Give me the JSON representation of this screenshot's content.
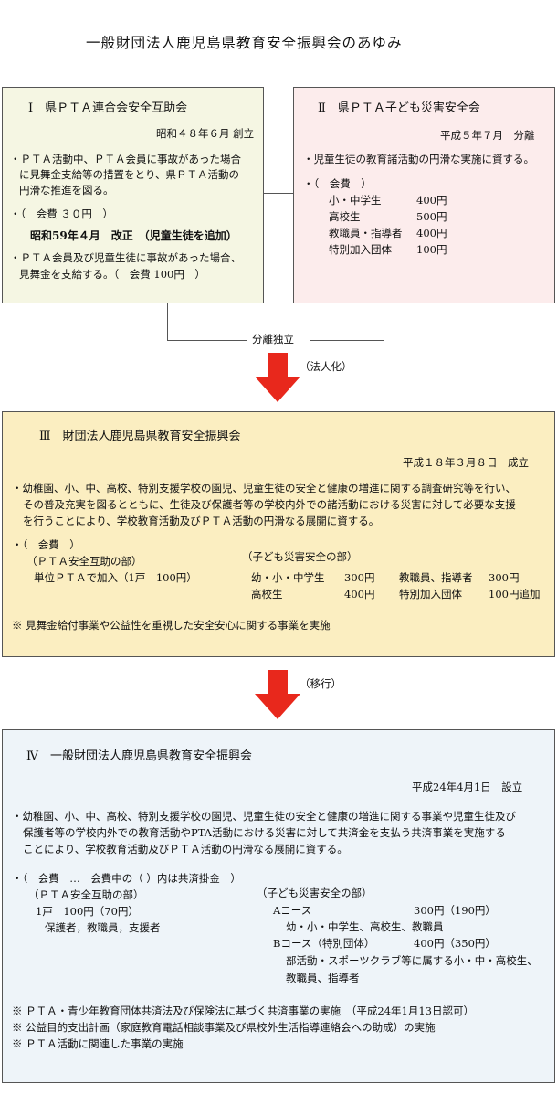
{
  "title": "一般財団法人鹿児島県教育安全振興会のあゆみ",
  "box1": {
    "heading": "Ⅰ　県ＰＴＡ連合会安全互助会",
    "date": "昭和４８年６月 創立",
    "line1": "・ＰＴＡ活動中、ＰＴＡ会員に事故があった場合",
    "line2": "に見舞金支給等の措置をとり、県ＰＴＡ活動の",
    "line3": "円滑な推進を図る。",
    "fee": "・（　会費 ３０円　）",
    "revision": "昭和59年４月　改正　（児童生徒を追加）",
    "line4": "・ＰＴＡ会員及び児童生徒に事故があった場合、",
    "line5": "見舞金を支給する。（　会費 100円　）"
  },
  "box2": {
    "heading": "Ⅱ　県ＰＴＡ子ども災害安全会",
    "date": "平成５年７月　分離",
    "line1": "・児童生徒の教育諸活動の円滑な実施に資する。",
    "fee": "・（　会費　）",
    "fees": [
      {
        "label": "小・中学生",
        "value": "400円"
      },
      {
        "label": "高校生",
        "value": "500円"
      },
      {
        "label": "教職員・指導者",
        "value": "400円"
      },
      {
        "label": "特別加入団体",
        "value": "100円"
      }
    ]
  },
  "connector_label": "分離独立",
  "arrow1_label": "（法人化）",
  "box3": {
    "heading": "Ⅲ　財団法人鹿児島県教育安全振興会",
    "date": "平成１８年３月８日　成立",
    "line1": "・幼稚園、小、中、高校、特別支援学校の園児、児童生徒の安全と健康の増進に関する調査研究等を行い、",
    "line2": "その普及充実を図るとともに、生徒及び保護者等の学校内外での諸活動における災害に対して必要な支援",
    "line3": "を行うことにより、学校教育活動及びＰＴＡ活動の円滑なる展開に資する。",
    "fee": "・（　会費　）",
    "pta_label": "（ＰＴＡ安全互助の部）",
    "pta_value": "単位ＰＴＡで加入（1戸　100円）",
    "kodomo_label": "（子ども災害安全の部）",
    "k1_label": "幼・小・中学生",
    "k1_value": "300円",
    "k2_label": "教職員、指導者",
    "k2_value": "300円",
    "k3_label": "高校生",
    "k3_value": "400円",
    "k4_label": "特別加入団体",
    "k4_value": "100円追加",
    "note": "※ 見舞金給付事業や公益性を重視した安全安心に関する事業を実施"
  },
  "arrow2_label": "（移行）",
  "box4": {
    "heading": "Ⅳ　一般財団法人鹿児島県教育安全振興会",
    "date": "平成24年4月1日　設立",
    "line1": "・幼稚園、小、中、高校、特別支援学校の園児、児童生徒の安全と健康の増進に関する事業や児童生徒及び",
    "line2": "保護者等の学校内外での教育活動やPTA活動における災害に対して共済金を支払う共済事業を実施する",
    "line3": "ことにより、学校教育活動及びＰＴＡ活動の円滑なる展開に資する。",
    "fee": "・（　会費　…　会費中の（ ）内は共済掛金　）",
    "pta_label": "（ＰＴＡ安全互助の部）",
    "pta_value": "1戸　100円（70円）",
    "pta_members": "保護者，教職員，支援者",
    "kodomo_label": "（子ども災害安全の部）",
    "a_label": "Aコース",
    "a_value": "300円（190円）",
    "a_members": "幼・小・中学生、高校生、教職員",
    "b_label": "Bコース（特別団体）",
    "b_value": "400円（350円）",
    "b_members1": "部活動・スポーツクラブ等に属する小・中・高校生、",
    "b_members2": "教職員、指導者",
    "note1": "※ ＰＴＡ・青少年教育団体共済法及び保険法に基づく共済事業の実施　（平成24年1月13日認可）",
    "note2": "※ 公益目的支出計画（家庭教育電話相談事業及び県校外生活指導連絡会への助成）の実施",
    "note3": "※ ＰＴＡ活動に関連した事業の実施"
  },
  "colors": {
    "box1_bg": "#f5f6e3",
    "box2_bg": "#fcecec",
    "box3_bg": "#fbeec1",
    "box4_bg": "#eef4f9",
    "arrow": "#e8281c"
  }
}
